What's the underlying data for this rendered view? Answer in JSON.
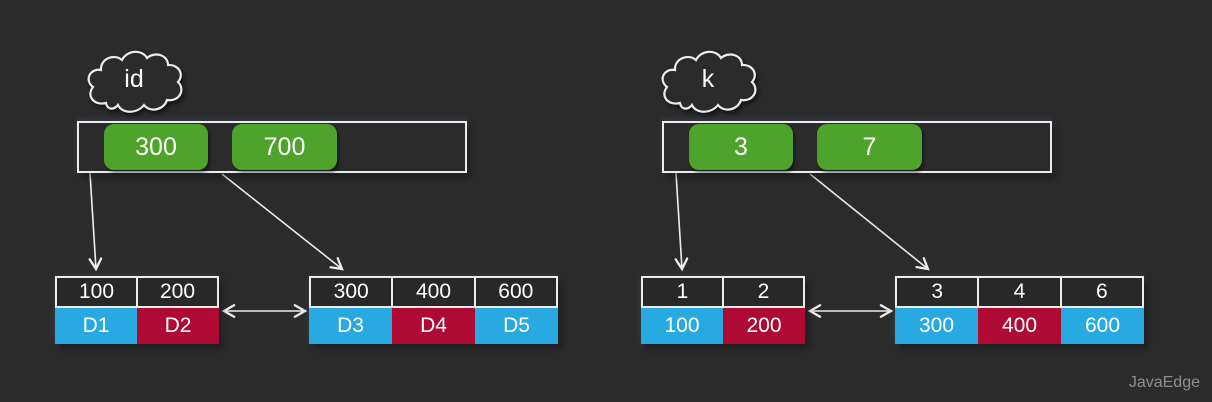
{
  "colors": {
    "background": "#2b2b2b",
    "index_key_green": "#4ea32b",
    "data_blue": "#29a9e1",
    "data_red": "#ae0a33",
    "line_white": "#ececec"
  },
  "watermark": "JavaEdge",
  "left": {
    "cloud_label": "id",
    "index_keys": [
      "300",
      "700"
    ],
    "leaf1": {
      "keys": [
        "100",
        "200"
      ],
      "data": [
        {
          "label": "D1",
          "color": "#29a9e1"
        },
        {
          "label": "D2",
          "color": "#ae0a33"
        }
      ]
    },
    "leaf2": {
      "keys": [
        "300",
        "400",
        "600"
      ],
      "data": [
        {
          "label": "D3",
          "color": "#29a9e1"
        },
        {
          "label": "D4",
          "color": "#ae0a33"
        },
        {
          "label": "D5",
          "color": "#29a9e1"
        }
      ]
    }
  },
  "right": {
    "cloud_label": "k",
    "index_keys": [
      "3",
      "7"
    ],
    "leaf1": {
      "keys": [
        "1",
        "2"
      ],
      "data": [
        {
          "label": "100",
          "color": "#29a9e1"
        },
        {
          "label": "200",
          "color": "#ae0a33"
        }
      ]
    },
    "leaf2": {
      "keys": [
        "3",
        "4",
        "6"
      ],
      "data": [
        {
          "label": "300",
          "color": "#29a9e1"
        },
        {
          "label": "400",
          "color": "#ae0a33"
        },
        {
          "label": "600",
          "color": "#29a9e1"
        }
      ]
    }
  }
}
